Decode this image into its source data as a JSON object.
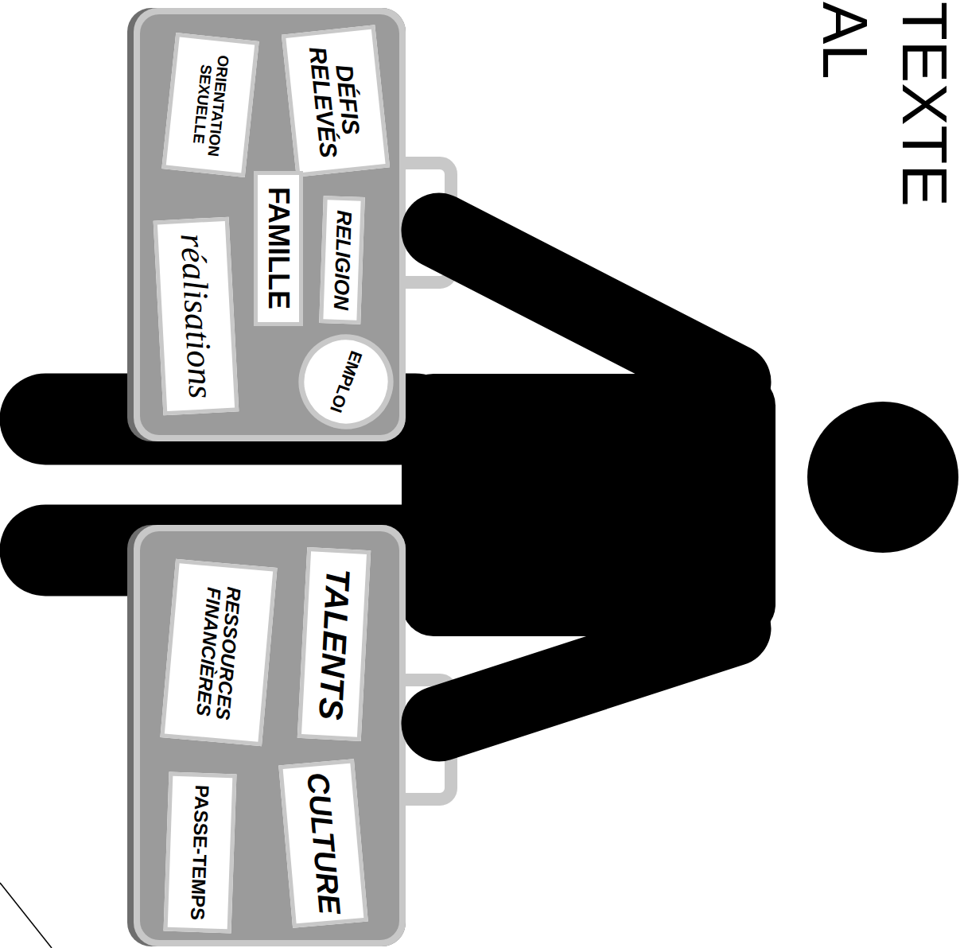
{
  "diagram": {
    "title": "TEXTE AL",
    "nodes": [
      {
        "text": [
          "DÉFIS RELEVÉS"
        ]
      },
      {
        "text": [
          "ORIENTATION SEXUELLE"
        ]
      },
      {
        "text": [
          "FAMILLE"
        ]
      },
      {
        "text": [
          "RELIGION"
        ]
      },
      {
        "text": [
          "réalisations"
        ]
      },
      {
        "text": [
          "EMPLOI"
        ]
      },
      {
        "text": [
          "TALENTS"
        ]
      },
      {
        "text": [
          "RESSOURCES FINANCIÈRES"
        ]
      },
      {
        "text": [
          "CULTURE"
        ]
      },
      {
        "text": [
          "PASSE-TEMPS"
        ]
      }
    ]
  }
}
